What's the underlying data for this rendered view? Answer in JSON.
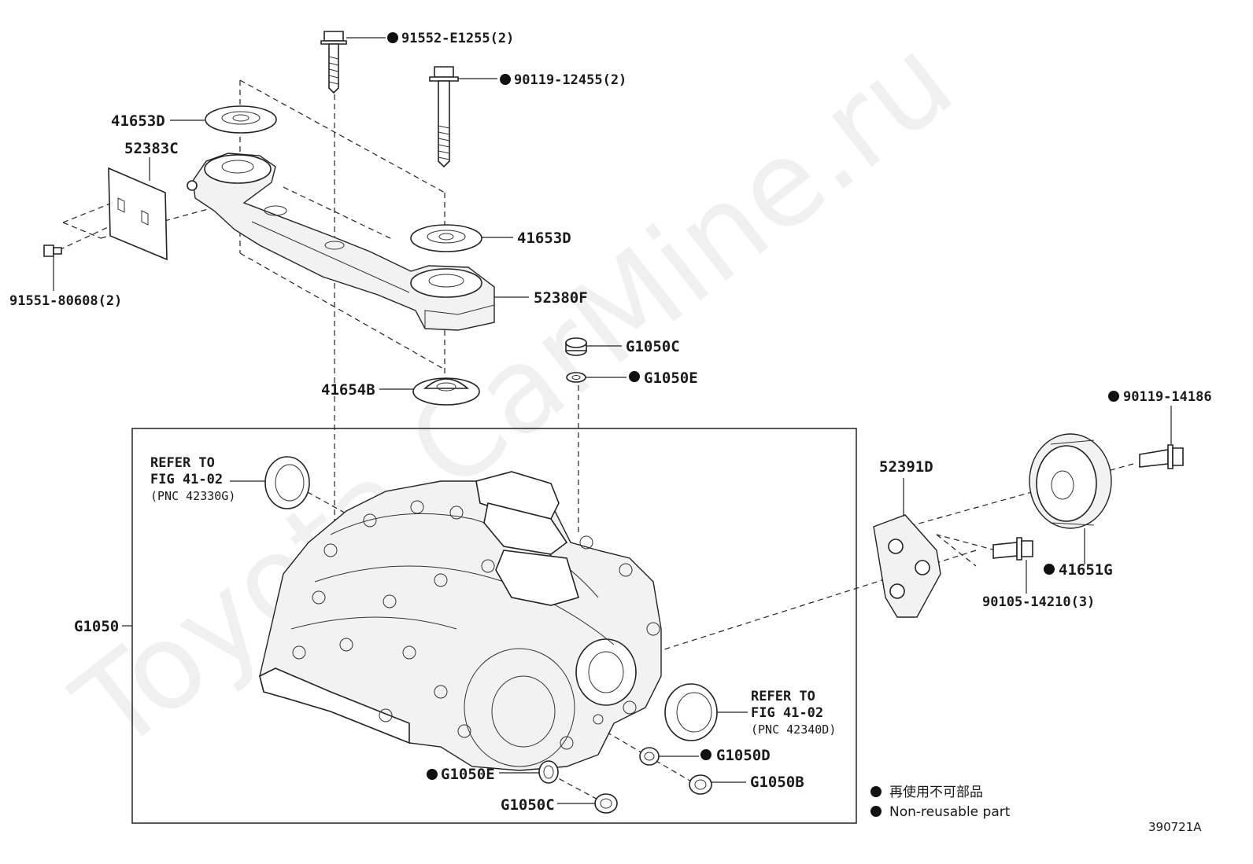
{
  "watermark": "Toyota.CarMine.ru",
  "figure_number": "390721A",
  "legend": {
    "line_cn": "再使用不可部品",
    "line_en": "Non-reusable part"
  },
  "labels": {
    "bolt_top": "91552-E1255(2)",
    "bolt_long": "90119-12455(2)",
    "cushion_top": "41653D",
    "bracket_plate": "52383C",
    "bolt_small": "91551-80608(2)",
    "cushion_mid": "41653D",
    "support_member": "52380F",
    "plug_top": "G1050C",
    "gasket_top": "G1050E",
    "cushion_lower": "41654B",
    "bolt_right": "90119-14186",
    "bracket_right": "52391D",
    "damper": "41651G",
    "bolt_triple": "90105-14210(3)",
    "transaxle": "G1050",
    "gasket_bottom": "G1050E",
    "plug_bottom": "G1050C",
    "ring_d": "G1050D",
    "plug_b": "G1050B"
  },
  "refer_left": {
    "line1": "REFER TO",
    "line2": "FIG 41-02",
    "line3": "(PNC 42330G)"
  },
  "refer_right": {
    "line1": "REFER TO",
    "line2": "FIG 41-02",
    "line3": "(PNC 42340D)"
  }
}
